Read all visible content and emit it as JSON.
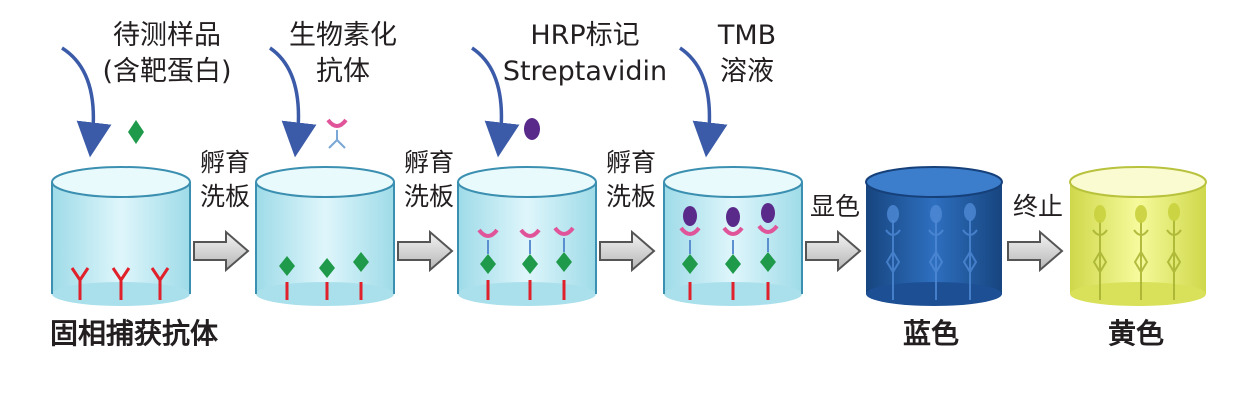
{
  "top_labels": {
    "sample": [
      "待测样品",
      "(含靶蛋白)"
    ],
    "biotin_antibody": [
      "生物素化",
      "抗体"
    ],
    "hrp": [
      "HRP标记",
      "Streptavidin"
    ],
    "tmb": [
      "TMB",
      "溶液"
    ]
  },
  "step_labels": {
    "s1": [
      "孵育",
      "洗板"
    ],
    "s2": [
      "孵育",
      "洗板"
    ],
    "s3": [
      "孵育",
      "洗板"
    ],
    "s4": [
      "显色"
    ],
    "s5": [
      "终止"
    ]
  },
  "bottom_labels": {
    "capture": "固相捕获抗体",
    "blue": "蓝色",
    "yellow": "黄色"
  },
  "colors": {
    "curve_arrow": "#3b5ba9",
    "antibody_capture": "#e0202a",
    "antigen": "#1e9a4a",
    "biotin_antibody": "#e0559a",
    "streptavidin": "#5a2a8a",
    "well_light": "#c9eef6",
    "well_blue": "#1f5aa8",
    "well_yellow": "#e8f06a"
  }
}
